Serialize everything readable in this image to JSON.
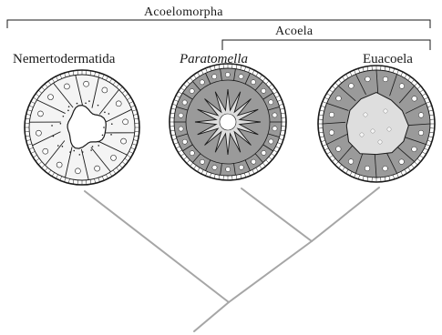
{
  "groups": {
    "outer": "Acoelomorpha",
    "inner": "Acoela"
  },
  "taxa": [
    {
      "name": "Nemertodermatida",
      "italic": false
    },
    {
      "name": "Paratomella",
      "italic": true
    },
    {
      "name": "Euacoela",
      "italic": false
    }
  ],
  "colors": {
    "ink": "#1a1a1a",
    "cell_gray": "#9a9a9a",
    "light_gray": "#dedede",
    "tree_gray": "#a6a6a6"
  }
}
